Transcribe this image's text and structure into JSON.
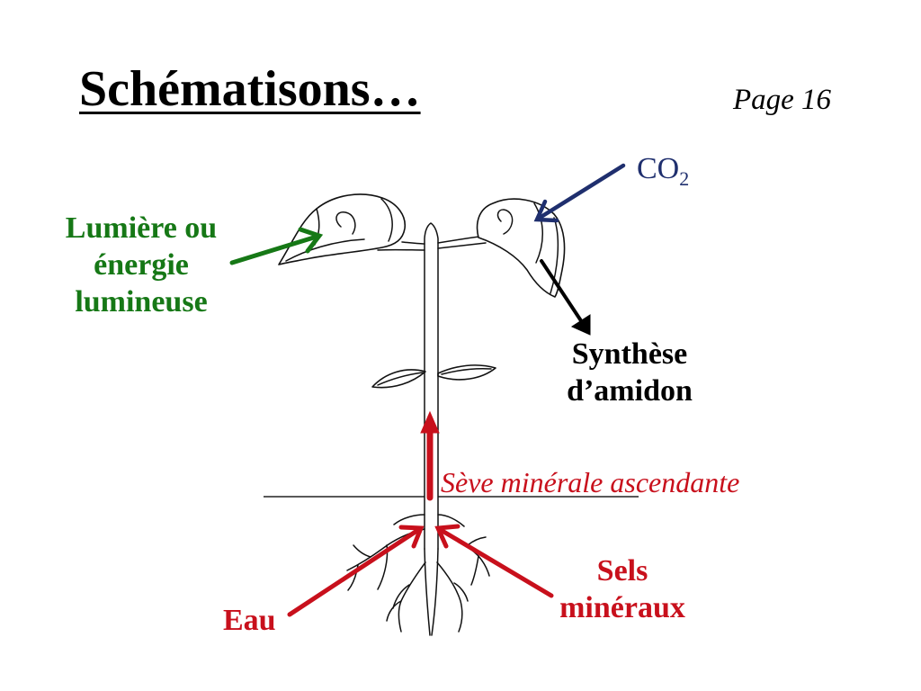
{
  "slide": {
    "title": "Schématisons…",
    "page": "Page 16"
  },
  "labels": {
    "co2": {
      "main": "CO",
      "sub": "2"
    },
    "light": [
      "Lumière ou",
      "énergie",
      "lumineuse"
    ],
    "synthesis": [
      "Synthèse",
      "d’amidon"
    ],
    "sap": "Sève minérale ascendante",
    "water": "Eau",
    "salts": [
      "Sels",
      "minéraux"
    ]
  },
  "colors": {
    "navy": "#1F2F6E",
    "green": "#167816",
    "red": "#C8101C"
  }
}
